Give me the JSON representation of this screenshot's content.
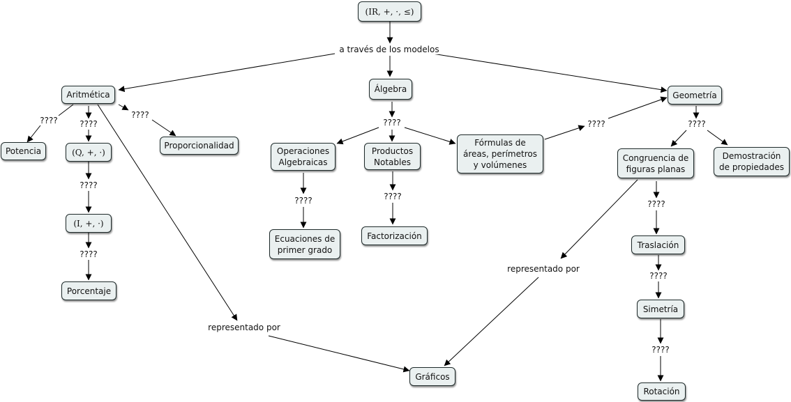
{
  "map": {
    "root": "(IR, +, ·, ≤)",
    "link_models": "a través de los modelos",
    "aritmetica": "Aritmética",
    "algebra": "Álgebra",
    "geometria": "Geometría",
    "potencia": "Potencia",
    "q_model": "(Q, +, ·)",
    "i_model": "(I, +, ·)",
    "porcentaje": "Porcentaje",
    "proporcionalidad": "Proporcionalidad",
    "operaciones": "Operaciones\nAlgebraicas",
    "productos": "Productos\nNotables",
    "formulas": "Fórmulas de\náreas, perímetros\ny volúmenes",
    "ecuaciones": "Ecuaciones de\nprimer grado",
    "factorizacion": "Factorización",
    "congruencia": "Congruencia de\nfiguras planas",
    "demostracion": "Demostración\nde propiedades",
    "traslacion": "Traslación",
    "simetria": "Simetría",
    "rotacion": "Rotación",
    "graficos": "Gráficos",
    "rep_left": "representado por",
    "rep_right": "representado por",
    "q_potencia": "????",
    "q_q": "????",
    "q_i": "????",
    "q_porc": "????",
    "q_prop": "????",
    "q_alg": "????",
    "q_ecu": "????",
    "q_fact": "????",
    "q_form_geo": "????",
    "q_geo": "????",
    "q_tras": "????",
    "q_sim": "????",
    "q_rot": "????"
  }
}
